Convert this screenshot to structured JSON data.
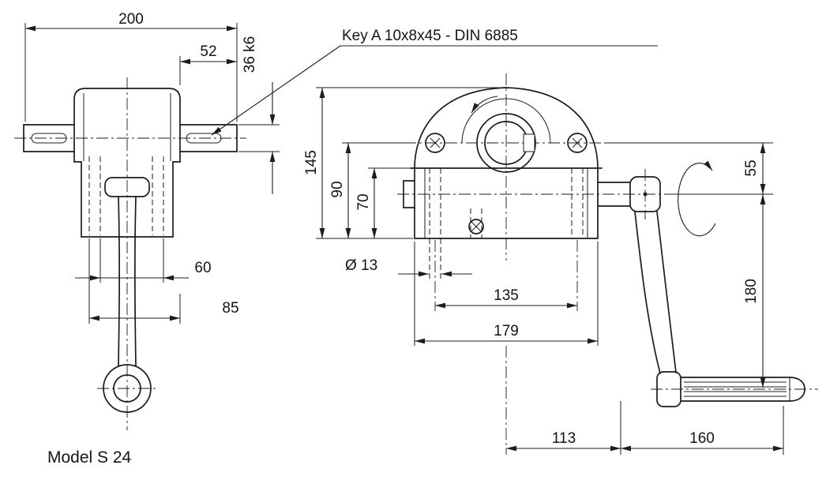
{
  "model_label": "Model S 24",
  "key_callout": "Key A 10x8x45 - DIN 6885",
  "left_view": {
    "dim_total_length": "200",
    "dim_shaft_stub_length": "52",
    "dim_shaft_diameter": "36 k6",
    "dim_hub_bore_spacing": "60",
    "dim_arm_offset": "85"
  },
  "right_view": {
    "dim_overall_height": "145",
    "dim_shaft_center_height": "90",
    "dim_flange_height": "70",
    "dim_mount_hole_diameter": "Ø 13",
    "dim_mount_hole_spacing": "135",
    "dim_body_width": "179",
    "dim_shaft_offset": "55",
    "dim_crank_radius": "180",
    "dim_crank_to_center": "113",
    "dim_handle_length": "160"
  }
}
